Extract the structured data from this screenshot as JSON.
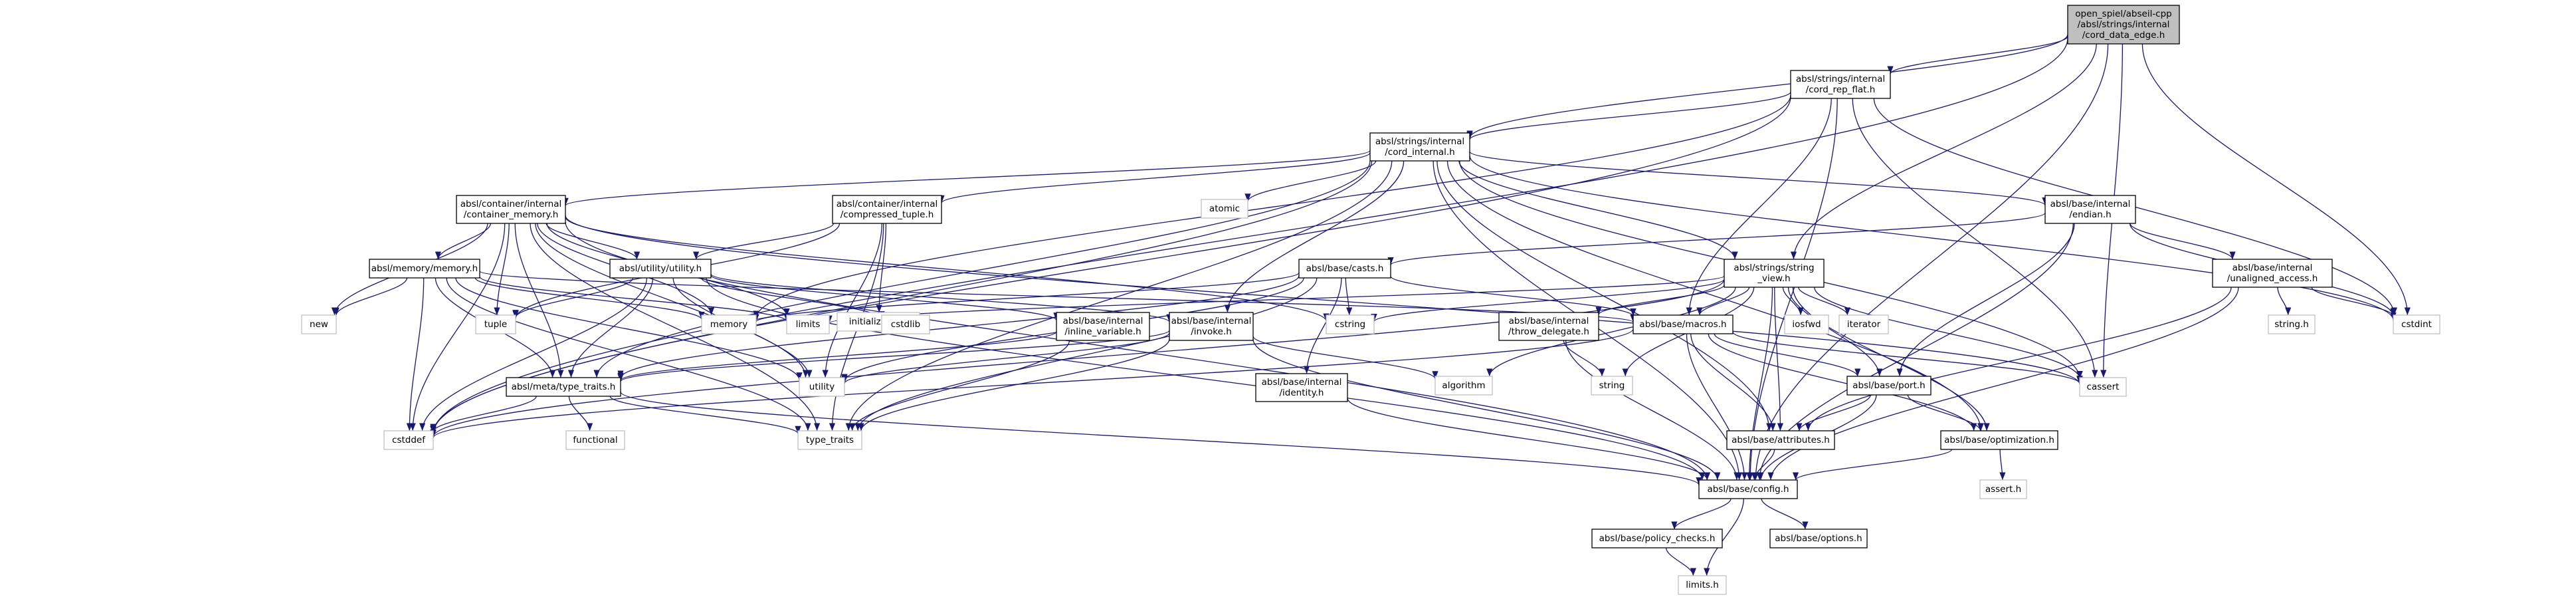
{
  "colors": {
    "background": "#ffffff",
    "edge": "#191970",
    "root_fill": "#bfbfbf",
    "node_border": "#000000",
    "external_border": "#bfbfbf",
    "text": "#000000"
  },
  "nodes": [
    {
      "id": "root",
      "kind": "root",
      "lines": [
        "open_spiel/abseil-cpp",
        "/absl/strings/internal",
        "/cord_data_edge.h"
      ]
    },
    {
      "id": "cord_rep_flat",
      "kind": "boxed",
      "lines": [
        "absl/strings/internal",
        "/cord_rep_flat.h"
      ]
    },
    {
      "id": "cord_internal",
      "kind": "boxed",
      "lines": [
        "absl/strings/internal",
        "/cord_internal.h"
      ]
    },
    {
      "id": "container_memory",
      "kind": "boxed",
      "lines": [
        "absl/container/internal",
        "/container_memory.h"
      ]
    },
    {
      "id": "compressed_tuple",
      "kind": "boxed",
      "lines": [
        "absl/container/internal",
        "/compressed_tuple.h"
      ]
    },
    {
      "id": "atomic",
      "kind": "external",
      "lines": [
        "atomic"
      ]
    },
    {
      "id": "endian",
      "kind": "boxed",
      "lines": [
        "absl/base/internal",
        "/endian.h"
      ]
    },
    {
      "id": "memory_h",
      "kind": "boxed",
      "lines": [
        "absl/memory/memory.h"
      ]
    },
    {
      "id": "utility_h",
      "kind": "boxed",
      "lines": [
        "absl/utility/utility.h"
      ]
    },
    {
      "id": "initializer_list",
      "kind": "external",
      "lines": [
        "initializer_list"
      ]
    },
    {
      "id": "casts",
      "kind": "boxed",
      "lines": [
        "absl/base/casts.h"
      ]
    },
    {
      "id": "string_view",
      "kind": "boxed",
      "lines": [
        "absl/strings/string",
        "_view.h"
      ]
    },
    {
      "id": "unaligned_access",
      "kind": "boxed",
      "lines": [
        "absl/base/internal",
        "/unaligned_access.h"
      ]
    },
    {
      "id": "new",
      "kind": "external",
      "lines": [
        "new"
      ]
    },
    {
      "id": "tuple",
      "kind": "external",
      "lines": [
        "tuple"
      ]
    },
    {
      "id": "memory",
      "kind": "external",
      "lines": [
        "memory"
      ]
    },
    {
      "id": "limits",
      "kind": "external",
      "lines": [
        "limits"
      ]
    },
    {
      "id": "cstdlib",
      "kind": "external",
      "lines": [
        "cstdlib"
      ]
    },
    {
      "id": "inline_variable",
      "kind": "boxed",
      "lines": [
        "absl/base/internal",
        "/inline_variable.h"
      ]
    },
    {
      "id": "invoke",
      "kind": "boxed",
      "lines": [
        "absl/base/internal",
        "/invoke.h"
      ]
    },
    {
      "id": "cstring",
      "kind": "external",
      "lines": [
        "cstring"
      ]
    },
    {
      "id": "throw_delegate",
      "kind": "boxed",
      "lines": [
        "absl/base/internal",
        "/throw_delegate.h"
      ]
    },
    {
      "id": "macros",
      "kind": "boxed",
      "lines": [
        "absl/base/macros.h"
      ]
    },
    {
      "id": "iosfwd",
      "kind": "external",
      "lines": [
        "iosfwd"
      ]
    },
    {
      "id": "iterator",
      "kind": "external",
      "lines": [
        "iterator"
      ]
    },
    {
      "id": "string_h",
      "kind": "external",
      "lines": [
        "string.h"
      ]
    },
    {
      "id": "cstdint",
      "kind": "external",
      "lines": [
        "cstdint"
      ]
    },
    {
      "id": "type_traits_h",
      "kind": "boxed",
      "lines": [
        "absl/meta/type_traits.h"
      ]
    },
    {
      "id": "utility",
      "kind": "external",
      "lines": [
        "utility"
      ]
    },
    {
      "id": "identity",
      "kind": "boxed",
      "lines": [
        "absl/base/internal",
        "/identity.h"
      ]
    },
    {
      "id": "algorithm",
      "kind": "external",
      "lines": [
        "algorithm"
      ]
    },
    {
      "id": "string",
      "kind": "external",
      "lines": [
        "string"
      ]
    },
    {
      "id": "port",
      "kind": "boxed",
      "lines": [
        "absl/base/port.h"
      ]
    },
    {
      "id": "cassert",
      "kind": "external",
      "lines": [
        "cassert"
      ]
    },
    {
      "id": "cstddef",
      "kind": "external",
      "lines": [
        "cstddef"
      ]
    },
    {
      "id": "functional",
      "kind": "external",
      "lines": [
        "functional"
      ]
    },
    {
      "id": "type_traits",
      "kind": "external",
      "lines": [
        "type_traits"
      ]
    },
    {
      "id": "attributes",
      "kind": "boxed",
      "lines": [
        "absl/base/attributes.h"
      ]
    },
    {
      "id": "optimization",
      "kind": "boxed",
      "lines": [
        "absl/base/optimization.h"
      ]
    },
    {
      "id": "assert_h",
      "kind": "external",
      "lines": [
        "assert.h"
      ]
    },
    {
      "id": "config",
      "kind": "boxed",
      "lines": [
        "absl/base/config.h"
      ]
    },
    {
      "id": "policy_checks",
      "kind": "boxed",
      "lines": [
        "absl/base/policy_checks.h"
      ]
    },
    {
      "id": "options",
      "kind": "boxed",
      "lines": [
        "absl/base/options.h"
      ]
    },
    {
      "id": "limits_h",
      "kind": "external",
      "lines": [
        "limits.h"
      ]
    }
  ],
  "edges": [
    [
      "root",
      "cord_rep_flat"
    ],
    [
      "root",
      "cord_internal"
    ],
    [
      "root",
      "string_view"
    ],
    [
      "root",
      "cstddef"
    ],
    [
      "root",
      "cstdint"
    ],
    [
      "root",
      "cassert"
    ],
    [
      "root",
      "config"
    ],
    [
      "cord_rep_flat",
      "cord_internal"
    ],
    [
      "cord_rep_flat",
      "memory"
    ],
    [
      "cord_rep_flat",
      "macros"
    ],
    [
      "cord_rep_flat",
      "cstddef"
    ],
    [
      "cord_rep_flat",
      "cstdint"
    ],
    [
      "cord_rep_flat",
      "cassert"
    ],
    [
      "cord_rep_flat",
      "config"
    ],
    [
      "cord_internal",
      "container_memory"
    ],
    [
      "cord_internal",
      "compressed_tuple"
    ],
    [
      "cord_internal",
      "atomic"
    ],
    [
      "cord_internal",
      "endian"
    ],
    [
      "cord_internal",
      "invoke"
    ],
    [
      "cord_internal",
      "string_view"
    ],
    [
      "cord_internal",
      "type_traits_h"
    ],
    [
      "cord_internal",
      "cassert"
    ],
    [
      "cord_internal",
      "cstddef"
    ],
    [
      "cord_internal",
      "cstdint"
    ],
    [
      "cord_internal",
      "type_traits"
    ],
    [
      "cord_internal",
      "optimization"
    ],
    [
      "cord_internal",
      "attributes"
    ],
    [
      "cord_internal",
      "config"
    ],
    [
      "container_memory",
      "memory_h"
    ],
    [
      "container_memory",
      "utility_h"
    ],
    [
      "container_memory",
      "new"
    ],
    [
      "container_memory",
      "tuple"
    ],
    [
      "container_memory",
      "memory"
    ],
    [
      "container_memory",
      "cstring"
    ],
    [
      "container_memory",
      "limits"
    ],
    [
      "container_memory",
      "type_traits_h"
    ],
    [
      "container_memory",
      "cassert"
    ],
    [
      "container_memory",
      "cstddef"
    ],
    [
      "container_memory",
      "type_traits"
    ],
    [
      "container_memory",
      "utility"
    ],
    [
      "container_memory",
      "config"
    ],
    [
      "compressed_tuple",
      "initializer_list"
    ],
    [
      "compressed_tuple",
      "tuple"
    ],
    [
      "compressed_tuple",
      "type_traits"
    ],
    [
      "compressed_tuple",
      "utility"
    ],
    [
      "compressed_tuple",
      "utility_h"
    ],
    [
      "memory_h",
      "new"
    ],
    [
      "memory_h",
      "memory"
    ],
    [
      "memory_h",
      "limits"
    ],
    [
      "memory_h",
      "cstddef"
    ],
    [
      "memory_h",
      "type_traits_h"
    ],
    [
      "memory_h",
      "utility"
    ],
    [
      "memory_h",
      "type_traits"
    ],
    [
      "memory_h",
      "macros"
    ],
    [
      "utility_h",
      "tuple"
    ],
    [
      "utility_h",
      "cstdlib"
    ],
    [
      "utility_h",
      "cstddef"
    ],
    [
      "utility_h",
      "utility"
    ],
    [
      "utility_h",
      "inline_variable"
    ],
    [
      "utility_h",
      "invoke"
    ],
    [
      "utility_h",
      "type_traits_h"
    ],
    [
      "utility_h",
      "config"
    ],
    [
      "endian",
      "unaligned_access"
    ],
    [
      "endian",
      "cstdint"
    ],
    [
      "endian",
      "casts"
    ],
    [
      "endian",
      "port"
    ],
    [
      "endian",
      "config"
    ],
    [
      "unaligned_access",
      "string_h"
    ],
    [
      "unaligned_access",
      "cstdint"
    ],
    [
      "unaligned_access",
      "attributes"
    ],
    [
      "unaligned_access",
      "config"
    ],
    [
      "casts",
      "cstring"
    ],
    [
      "casts",
      "memory"
    ],
    [
      "casts",
      "type_traits"
    ],
    [
      "casts",
      "utility"
    ],
    [
      "casts",
      "identity"
    ],
    [
      "casts",
      "macros"
    ],
    [
      "casts",
      "type_traits_h"
    ],
    [
      "string_view",
      "algorithm"
    ],
    [
      "string_view",
      "cassert"
    ],
    [
      "string_view",
      "cstddef"
    ],
    [
      "string_view",
      "cstring"
    ],
    [
      "string_view",
      "iosfwd"
    ],
    [
      "string_view",
      "iterator"
    ],
    [
      "string_view",
      "limits"
    ],
    [
      "string_view",
      "string"
    ],
    [
      "string_view",
      "throw_delegate"
    ],
    [
      "string_view",
      "macros"
    ],
    [
      "string_view",
      "port"
    ],
    [
      "string_view",
      "attributes"
    ],
    [
      "string_view",
      "optimization"
    ],
    [
      "string_view",
      "config"
    ],
    [
      "inline_variable",
      "type_traits_h"
    ],
    [
      "inline_variable",
      "type_traits"
    ],
    [
      "invoke",
      "algorithm"
    ],
    [
      "invoke",
      "type_traits"
    ],
    [
      "invoke",
      "utility"
    ],
    [
      "invoke",
      "type_traits_h"
    ],
    [
      "invoke",
      "config"
    ],
    [
      "identity",
      "config"
    ],
    [
      "throw_delegate",
      "string"
    ],
    [
      "throw_delegate",
      "config"
    ],
    [
      "macros",
      "cassert"
    ],
    [
      "macros",
      "cstddef"
    ],
    [
      "macros",
      "attributes"
    ],
    [
      "macros",
      "optimization"
    ],
    [
      "macros",
      "port"
    ],
    [
      "macros",
      "config"
    ],
    [
      "type_traits_h",
      "cstddef"
    ],
    [
      "type_traits_h",
      "functional"
    ],
    [
      "type_traits_h",
      "type_traits"
    ],
    [
      "type_traits_h",
      "config"
    ],
    [
      "port",
      "attributes"
    ],
    [
      "port",
      "config"
    ],
    [
      "port",
      "optimization"
    ],
    [
      "attributes",
      "config"
    ],
    [
      "optimization",
      "assert_h"
    ],
    [
      "optimization",
      "config"
    ],
    [
      "config",
      "limits_h"
    ],
    [
      "config",
      "options"
    ],
    [
      "config",
      "policy_checks"
    ],
    [
      "policy_checks",
      "limits_h"
    ]
  ]
}
